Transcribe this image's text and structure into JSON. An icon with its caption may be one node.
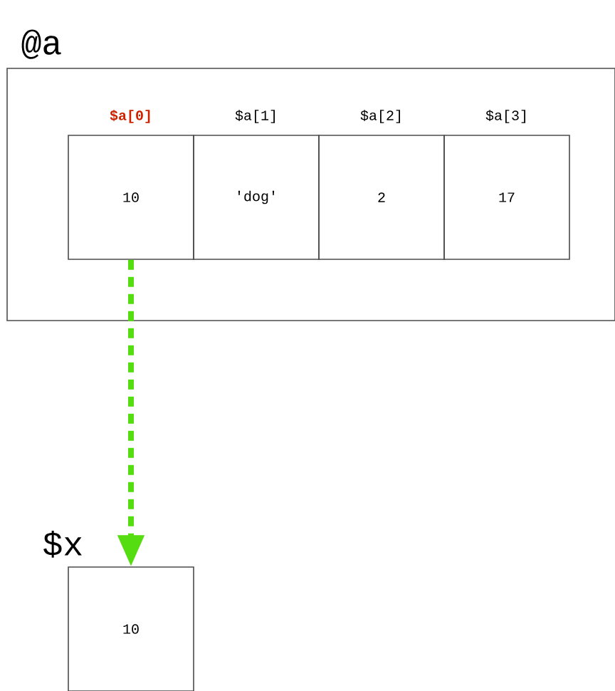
{
  "diagram": {
    "nodes": [
      {
        "text": [
          "@a"
        ]
      },
      {
        "text": [
          "10"
        ],
        "in": 0,
        "beside": [
          "$a[0]"
        ]
      },
      {
        "text": [
          "'dog'"
        ],
        "in": 0,
        "beside": [
          "$a[1]"
        ]
      },
      {
        "text": [
          "2"
        ],
        "in": 0,
        "beside": [
          "$a[2]"
        ]
      },
      {
        "text": [
          "17"
        ],
        "in": 0,
        "beside": [
          "$a[3]"
        ]
      },
      {
        "text": [
          "$x",
          "10"
        ]
      }
    ],
    "edges": [
      {
        "from": 1,
        "to": 5,
        "arrow": "to",
        "style": "dashed",
        "color": "#55dd11"
      }
    ]
  }
}
